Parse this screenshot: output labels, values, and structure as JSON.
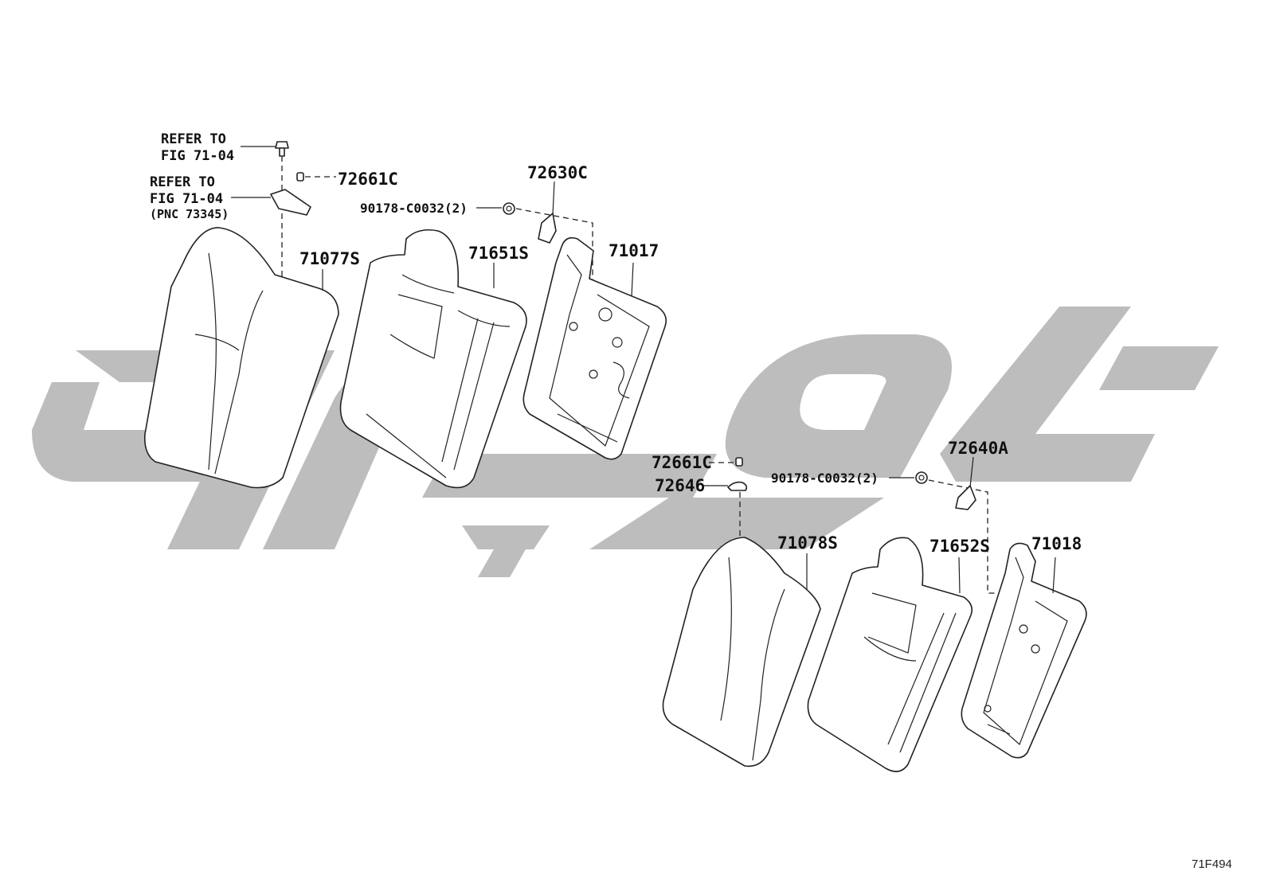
{
  "labels": {
    "refer1_line1": "REFER TO",
    "refer1_line2": "FIG 71-04",
    "refer2_line1": "REFER TO",
    "refer2_line2": "FIG 71-04",
    "refer2_line3": "(PNC 73345)",
    "p72661C_top": "72661C",
    "p72630C": "72630C",
    "p90178_top": "90178-C0032(2)",
    "p71077S": "71077S",
    "p71651S": "71651S",
    "p71017": "71017",
    "p72661C_bottom": "72661C",
    "p72646": "72646",
    "p90178_bottom": "90178-C0032(2)",
    "p72640A": "72640A",
    "p71078S": "71078S",
    "p71652S": "71652S",
    "p71018": "71018"
  },
  "figure_code": "71F494",
  "colors": {
    "background": "#ffffff",
    "line": "#222222",
    "watermark": "#bdbdbd"
  }
}
